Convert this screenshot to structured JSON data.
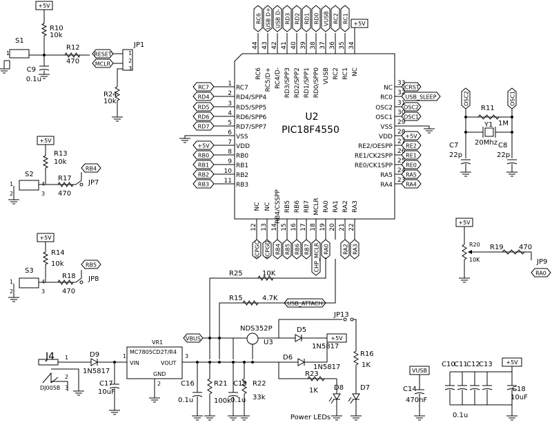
{
  "chip": {
    "ref": "U2",
    "part": "PIC18F4550",
    "top_pins": [
      {
        "num": "44",
        "name": "RC6",
        "net": "RC6"
      },
      {
        "num": "43",
        "name": "RC5/D+",
        "net": "USB D+"
      },
      {
        "num": "42",
        "name": "RC4/D-",
        "net": "USB D-"
      },
      {
        "num": "41",
        "name": "RD3/SPP3",
        "net": "RD3"
      },
      {
        "num": "40",
        "name": "RD2/SPP2",
        "net": "RD2"
      },
      {
        "num": "39",
        "name": "RD1/SPP1",
        "net": "RD1"
      },
      {
        "num": "38",
        "name": "RD0/SPP0",
        "net": "RD0"
      },
      {
        "num": "37",
        "name": "VUSB",
        "net": "VUSB"
      },
      {
        "num": "36",
        "name": "RC2",
        "net": "RC2"
      },
      {
        "num": "35",
        "name": "RC1",
        "net": "RC1"
      },
      {
        "num": "34",
        "name": "NC",
        "net": ""
      }
    ],
    "left_pins": [
      {
        "num": "1",
        "name": "RC7",
        "net": "RC7"
      },
      {
        "num": "2",
        "name": "RD4/SPP4",
        "net": "RD4"
      },
      {
        "num": "3",
        "name": "RD5/SPP5",
        "net": "RD5"
      },
      {
        "num": "4",
        "name": "RD6/SPP6",
        "net": "RD6"
      },
      {
        "num": "5",
        "name": "RD7/SPP7",
        "net": "RD7"
      },
      {
        "num": "6",
        "name": "VSS",
        "net": ""
      },
      {
        "num": "7",
        "name": "VDD",
        "net": "+5V"
      },
      {
        "num": "8",
        "name": "RB0",
        "net": "RB0"
      },
      {
        "num": "9",
        "name": "RB1",
        "net": "RB1"
      },
      {
        "num": "10",
        "name": "RB2",
        "net": "RB2"
      },
      {
        "num": "11",
        "name": "RB3",
        "net": "RB3"
      }
    ],
    "right_pins": [
      {
        "num": "33",
        "name": "NC",
        "net": "ICRST"
      },
      {
        "num": "32",
        "name": "RC0",
        "net": "USB_SLEEP"
      },
      {
        "num": "31",
        "name": "OSC2",
        "net": "OSC2"
      },
      {
        "num": "30",
        "name": "OSC1",
        "net": "OSC1"
      },
      {
        "num": "29",
        "name": "VSS",
        "net": ""
      },
      {
        "num": "28",
        "name": "VDD",
        "net": "+5V"
      },
      {
        "num": "27",
        "name": "RE2/OESPP",
        "net": "RE2"
      },
      {
        "num": "26",
        "name": "RE1/CK2SPP",
        "net": "RE1"
      },
      {
        "num": "25",
        "name": "RE0/CK1SPP",
        "net": "RE0"
      },
      {
        "num": "24",
        "name": "RA5",
        "net": "RA5"
      },
      {
        "num": "23",
        "name": "RA4",
        "net": "RA4"
      }
    ],
    "bottom_pins": [
      {
        "num": "12",
        "name": "NC",
        "net": "ICPGC"
      },
      {
        "num": "13",
        "name": "NC",
        "net": "ICPGD"
      },
      {
        "num": "14",
        "name": "RB4/CSSPP",
        "net": "RB4"
      },
      {
        "num": "15",
        "name": "RB5",
        "net": "RB5"
      },
      {
        "num": "16",
        "name": "RB6",
        "net": "RB6"
      },
      {
        "num": "17",
        "name": "RB7",
        "net": "RB7"
      },
      {
        "num": "18",
        "name": "MCLR",
        "net": "CHP_MCLR"
      },
      {
        "num": "19",
        "name": "RA0",
        "net": "RA0"
      },
      {
        "num": "20",
        "name": "RA1",
        "net": ""
      },
      {
        "num": "21",
        "name": "RA2",
        "net": "RA2"
      },
      {
        "num": "22",
        "name": "RA3",
        "net": "RA3"
      }
    ]
  },
  "reset": {
    "switch": "S1",
    "r_pullup": "R10",
    "r_pullup_val": "10k",
    "r_series": "R12",
    "r_series_val": "470",
    "cap": "C9",
    "cap_val": "0.1u",
    "jumper": "JP1",
    "r_mclr": "R24",
    "r_mclr_val": "10k",
    "net_reset": "RESET",
    "net_mclr": "MCLR",
    "pin1": "1",
    "pin2": "2",
    "pin3": "3"
  },
  "button2": {
    "switch": "S2",
    "r_pullup": "R13",
    "r_pullup_val": "10k",
    "r_series": "R17",
    "r_series_val": "470",
    "jumper": "JP7",
    "net": "RB4",
    "pins": [
      "1",
      "2",
      "3",
      "4"
    ]
  },
  "button3": {
    "switch": "S3",
    "r_pullup": "R14",
    "r_pullup_val": "10k",
    "r_series": "R18",
    "r_series_val": "470",
    "jumper": "JP8",
    "net": "RB5",
    "pins": [
      "1",
      "2",
      "3",
      "4"
    ]
  },
  "crystal": {
    "r": "R11",
    "r_val": "1M",
    "xtal": "Y1",
    "xtal_val": "20Mhz",
    "c_a": "C7",
    "c_a_val": "22p",
    "c_b": "C8",
    "c_b_val": "22p",
    "net_a": "OSC2",
    "net_b": "OSC1"
  },
  "pot": {
    "ref": "R20",
    "val": "10K",
    "r_series": "R19",
    "r_series_val": "470",
    "jumper": "JP9",
    "net": "RA0",
    "supply": "+5V"
  },
  "power": {
    "r25": "R25",
    "r25_val": "10K",
    "r15": "R15",
    "r15_val": "4.7K",
    "usb_attach": "USB_ATTACH",
    "jp13": "JP13",
    "vbus": "VBUS",
    "fet": "NDS352P",
    "fet_ref": "U3",
    "d5": "D5",
    "d5_val": "1N5817",
    "d6": "D6",
    "d6_val": "1N5817",
    "d9": "D9",
    "d9_val": "1N5817",
    "r16": "R16",
    "r16_val": "1K",
    "r23": "R23",
    "r23_val": "1K",
    "d7": "D7",
    "d8": "D8",
    "jack": "J4",
    "jack_part": "DJ005B",
    "jack_pins": [
      "1",
      "2",
      "3"
    ],
    "reg_ref": "VR1",
    "reg_part": "MC7805CD2T/R4",
    "reg_vin": "VIN",
    "reg_vout": "VOUT",
    "reg_gnd": "GND",
    "reg_pins": [
      "1",
      "2",
      "3"
    ],
    "c17": "C17",
    "c17_val": "10uF",
    "c16": "C16",
    "c16_val": "0.1u",
    "r21": "R21",
    "r21_val": "100k",
    "c15": "C15",
    "c15_val": "0.1u",
    "r22": "R22",
    "r22_val": "33k",
    "caption": "Power LEDs"
  },
  "decoupling": {
    "vusb": "VUSB",
    "c14": "C14",
    "c14_val": "470nF",
    "caps": [
      "C10",
      "C11",
      "C12",
      "C13"
    ],
    "caps_val": "0.1u",
    "c18": "C18",
    "c18_val": "10uF"
  },
  "supply_label": "+5V"
}
